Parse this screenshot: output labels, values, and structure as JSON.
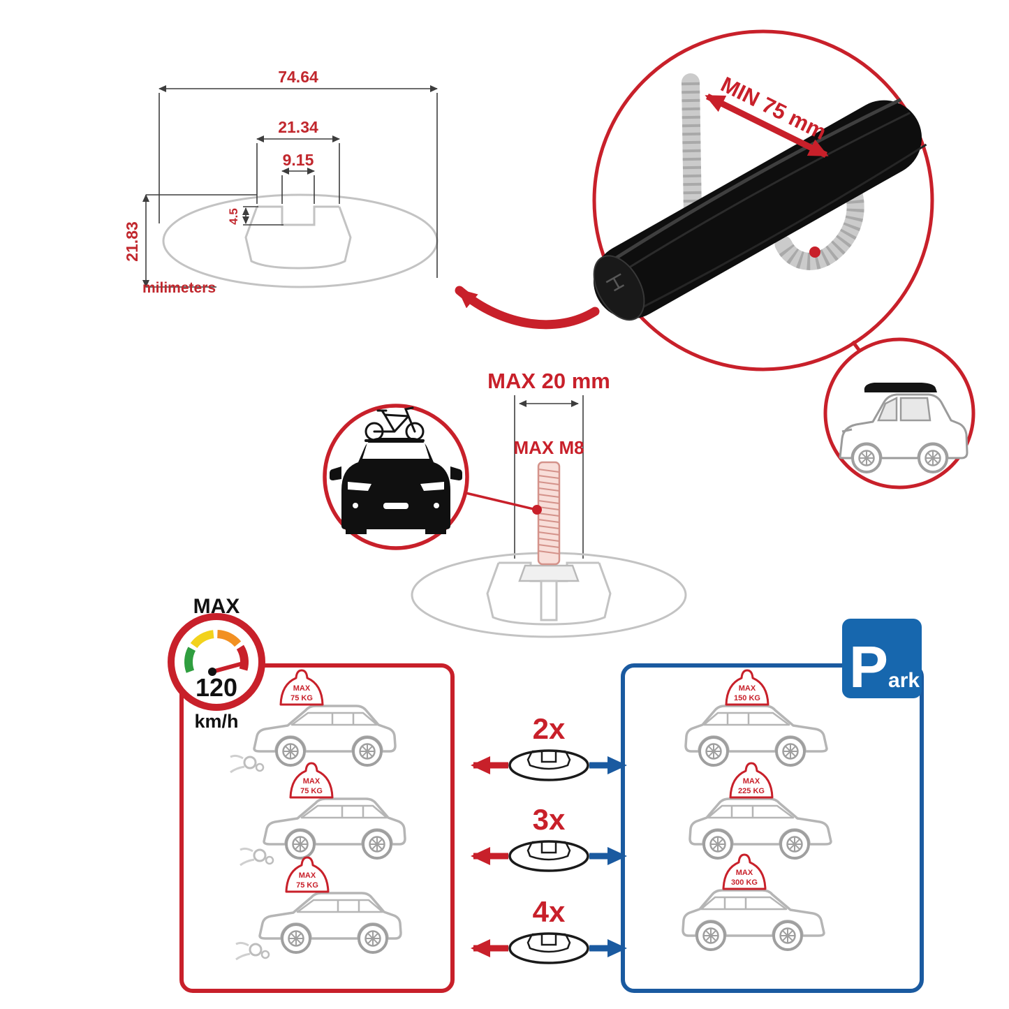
{
  "colors": {
    "accent_red": "#c8202a",
    "accent_blue": "#1a5aa0",
    "profile_gray": "#c3c3c3",
    "car_gray": "#b5b5b5"
  },
  "dimension_diagram": {
    "total_width": "74.64",
    "channel_width": "21.34",
    "slot_width": "9.15",
    "slot_depth": "4.5",
    "total_height": "21.83",
    "units_label": "milimeters"
  },
  "clamp_detail": {
    "min_grip": "MIN 75 mm"
  },
  "bolt_detail": {
    "max_length": "MAX 20 mm",
    "max_thread": "MAX M8"
  },
  "speedometer": {
    "label": "MAX",
    "value": "120",
    "unit": "km/h"
  },
  "park_sign": {
    "letter": "P",
    "suffix": "ark"
  },
  "quantity_rows": [
    {
      "qty": "2x"
    },
    {
      "qty": "3x"
    },
    {
      "qty": "4x"
    }
  ],
  "driving_cars": [
    {
      "load_label": "MAX",
      "load_value": "75 KG"
    },
    {
      "load_label": "MAX",
      "load_value": "75 KG"
    },
    {
      "load_label": "MAX",
      "load_value": "75 KG"
    }
  ],
  "parked_cars": [
    {
      "load_label": "MAX",
      "load_value": "150 KG"
    },
    {
      "load_label": "MAX",
      "load_value": "225 KG"
    },
    {
      "load_label": "MAX",
      "load_value": "300 KG"
    }
  ]
}
